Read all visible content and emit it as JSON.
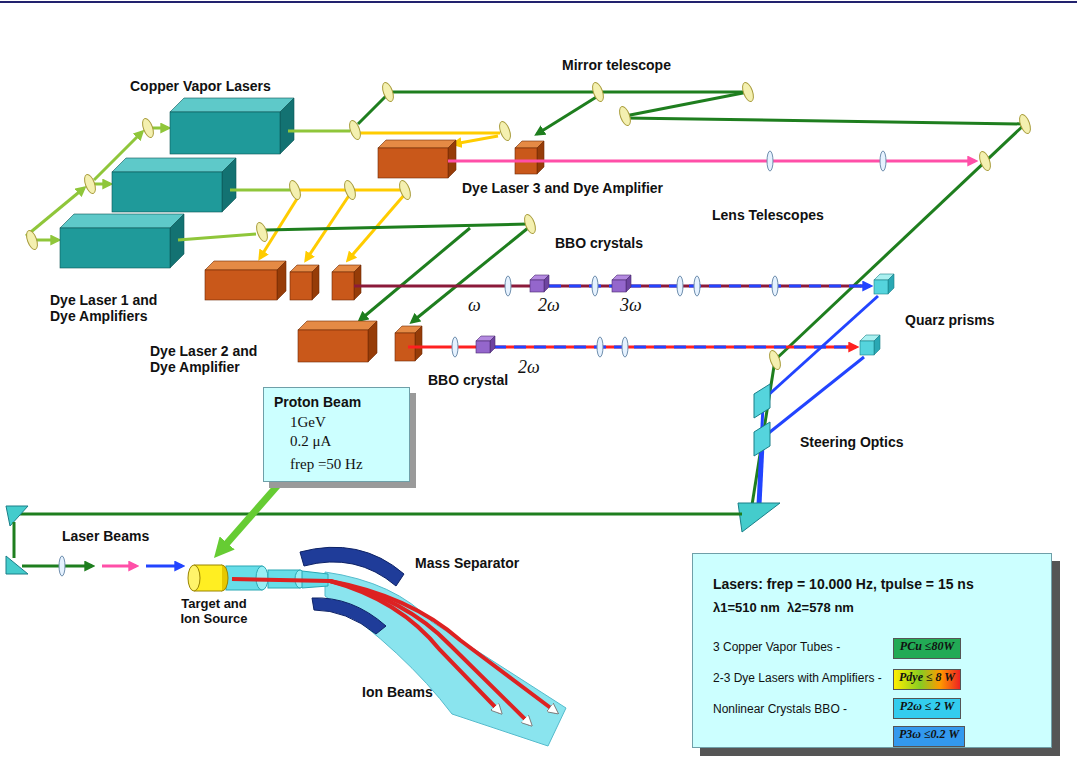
{
  "diagram": {
    "nodes": [
      {
        "text": [
          "Proton Beam",
          "1GeV",
          "0.2 μA",
          "frep =50 Hz"
        ]
      },
      {
        "text": [
          "Target and Ion Source"
        ]
      },
      {
        "text": [
          "Lasers: frep = 10.000 Hz, tpulse = 15 ns",
          "λ1=510 nm  λ2=578 nm",
          "3 Copper Vapor Tubes -",
          "2-3 Dye Lasers with Amplifiers -",
          "Nonlinear Crystals BBO -"
        ]
      },
      {
        "text": [
          "PCu ≤80W"
        ],
        "in": 2
      },
      {
        "text": [
          "Pdye ≤ 8 W"
        ],
        "in": 2
      },
      {
        "text": [
          "P2ω ≤ 2 W"
        ],
        "in": 2
      },
      {
        "text": [
          "P3ω ≤0.2 W"
        ],
        "in": 2
      }
    ],
    "edges": [
      {
        "from": 0,
        "to": 1,
        "arrow": "to"
      }
    ],
    "labels": [
      "Copper Vapor Lasers",
      "Mirror telescope",
      "Dye Laser 3 and Dye Amplifier",
      "Lens Telescopes",
      "BBO crystals",
      "Dye Laser 1 and Dye Amplifiers",
      "ω",
      "2ω",
      "3ω",
      "Dye Laser 2 and Dye Amplifier",
      "2ω",
      "BBO crystal",
      "Quarz prisms",
      "Steering Optics",
      "Laser Beams",
      "Mass Separator",
      "Ion Beams"
    ]
  }
}
